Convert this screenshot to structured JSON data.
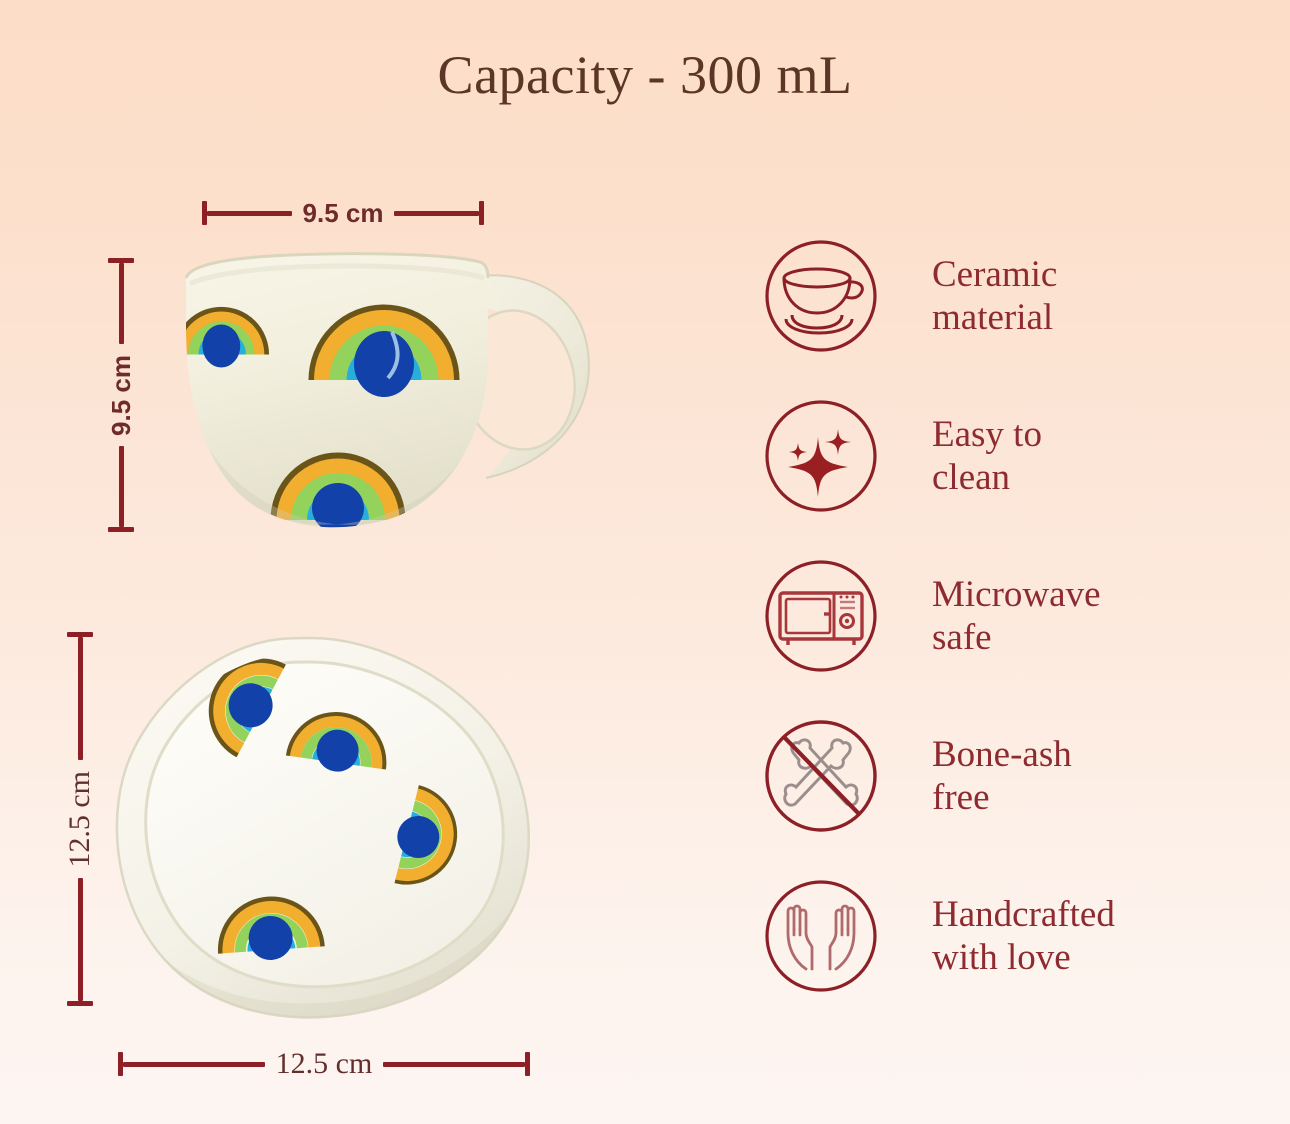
{
  "header": {
    "title": "Capacity - 300 mL"
  },
  "colors": {
    "background_top": "#FCDEC8",
    "background_bottom": "#FDF5F2",
    "title_text": "#5B3526",
    "dimension_line": "#8D2026",
    "dimension_text": "#6D2C2A",
    "feature_text": "#8D2B30",
    "icon_stroke": "#8D2026",
    "ceramic_body": "#F4F1E2",
    "motif_outer": "#6B5418",
    "motif_yellow": "#F5B731",
    "motif_green": "#8FD45A",
    "motif_cyan": "#2BB3D8",
    "motif_blue": "#1040A8"
  },
  "dimensions": {
    "mug_width": {
      "value": "9.5 cm",
      "orientation": "horizontal",
      "subject": "mug"
    },
    "mug_height": {
      "value": "9.5 cm",
      "orientation": "vertical",
      "subject": "mug"
    },
    "plate_height": {
      "value": "12.5 cm",
      "orientation": "vertical",
      "subject": "plate"
    },
    "plate_width": {
      "value": "12.5 cm",
      "orientation": "horizontal",
      "subject": "plate"
    }
  },
  "products": [
    {
      "name": "mug",
      "description": "Hand-painted cream ceramic mug with rainbow arc motifs and looped handle"
    },
    {
      "name": "plate",
      "description": "Pentagonal hand-moulded cream ceramic plate with four rainbow arc motifs"
    }
  ],
  "features": [
    {
      "icon": "teacup-saucer-icon",
      "label": "Ceramic\nmaterial"
    },
    {
      "icon": "sparkle-icon",
      "label": "Easy to\nclean"
    },
    {
      "icon": "microwave-icon",
      "label": "Microwave\nsafe"
    },
    {
      "icon": "no-bones-icon",
      "label": "Bone-ash\nfree"
    },
    {
      "icon": "caring-hands-icon",
      "label": "Handcrafted\nwith love"
    }
  ]
}
